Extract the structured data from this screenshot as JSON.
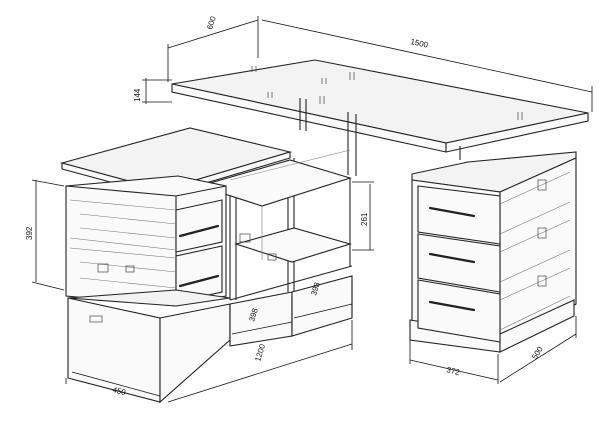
{
  "drawing": {
    "dimensions": {
      "depth_top": "600",
      "width_top": "1500",
      "top_thickness": "144",
      "drawer_block_height": "392",
      "shelf_height": "261",
      "compartment_width_1": "398",
      "compartment_width_2": "398",
      "base_length": "1200",
      "base_depth": "450",
      "pedestal_width": "372",
      "pedestal_depth": "500"
    }
  }
}
